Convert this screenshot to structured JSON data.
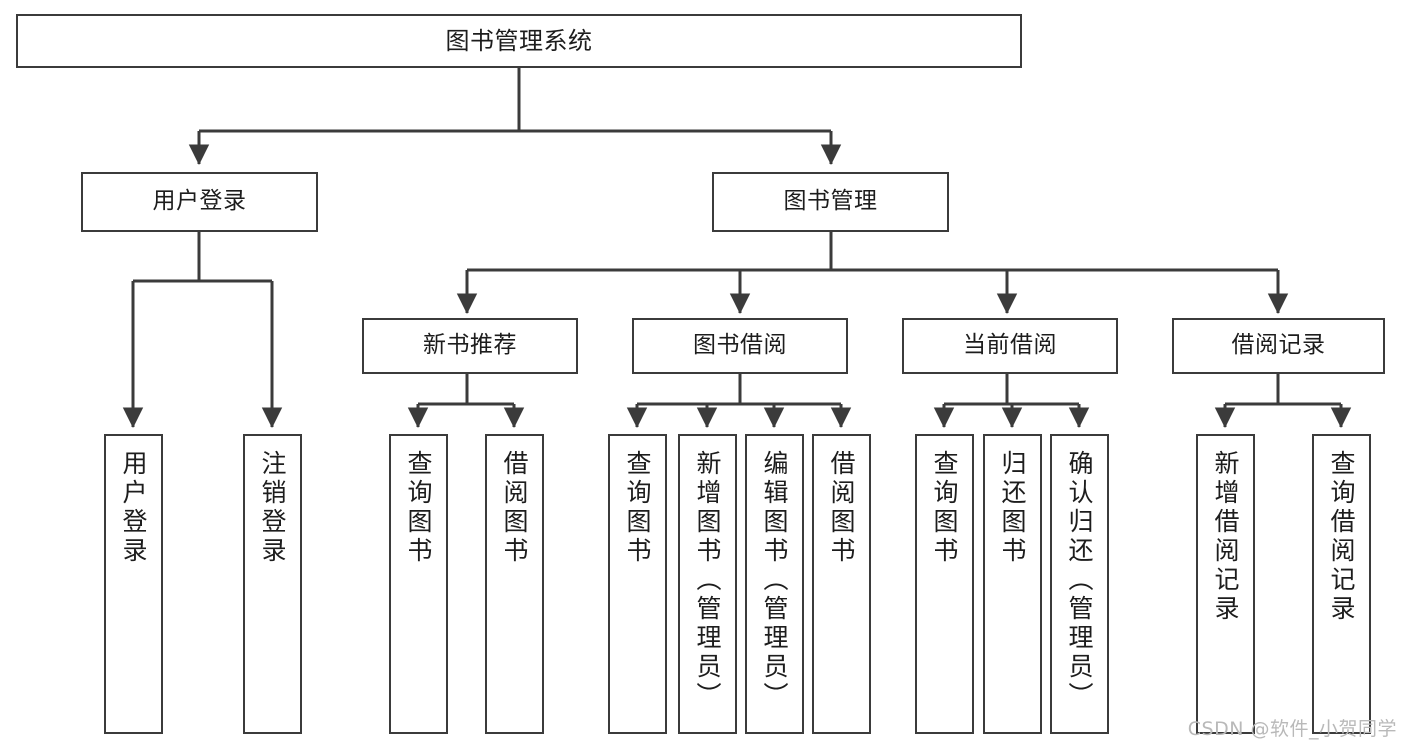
{
  "diagram": {
    "type": "tree",
    "title": "图书管理系统",
    "colors": {
      "background": "#ffffff",
      "stroke": "#3b3b3b",
      "text": "#1d1d1d",
      "watermark": "#b9b9b9"
    },
    "root": {
      "label": "图书管理系统"
    },
    "level2": [
      {
        "label": "用户登录"
      },
      {
        "label": "图书管理"
      }
    ],
    "level3": [
      {
        "label": "新书推荐"
      },
      {
        "label": "图书借阅"
      },
      {
        "label": "当前借阅"
      },
      {
        "label": "借阅记录"
      }
    ],
    "leaves": {
      "user_login": [
        {
          "label": "用户登录"
        },
        {
          "label": "注销登录"
        }
      ],
      "new_book": [
        {
          "label": "查询图书"
        },
        {
          "label": "借阅图书"
        }
      ],
      "book_borrow": [
        {
          "label": "查询图书"
        },
        {
          "label": "新增图书（管理员）"
        },
        {
          "label": "编辑图书（管理员）"
        },
        {
          "label": "借阅图书"
        }
      ],
      "current_borrow": [
        {
          "label": "查询图书"
        },
        {
          "label": "归还图书"
        },
        {
          "label": "确认归还（管理员）"
        }
      ],
      "borrow_record": [
        {
          "label": "新增借阅记录"
        },
        {
          "label": "查询借阅记录"
        }
      ]
    },
    "watermark": "CSDN @软件_小贺同学"
  }
}
